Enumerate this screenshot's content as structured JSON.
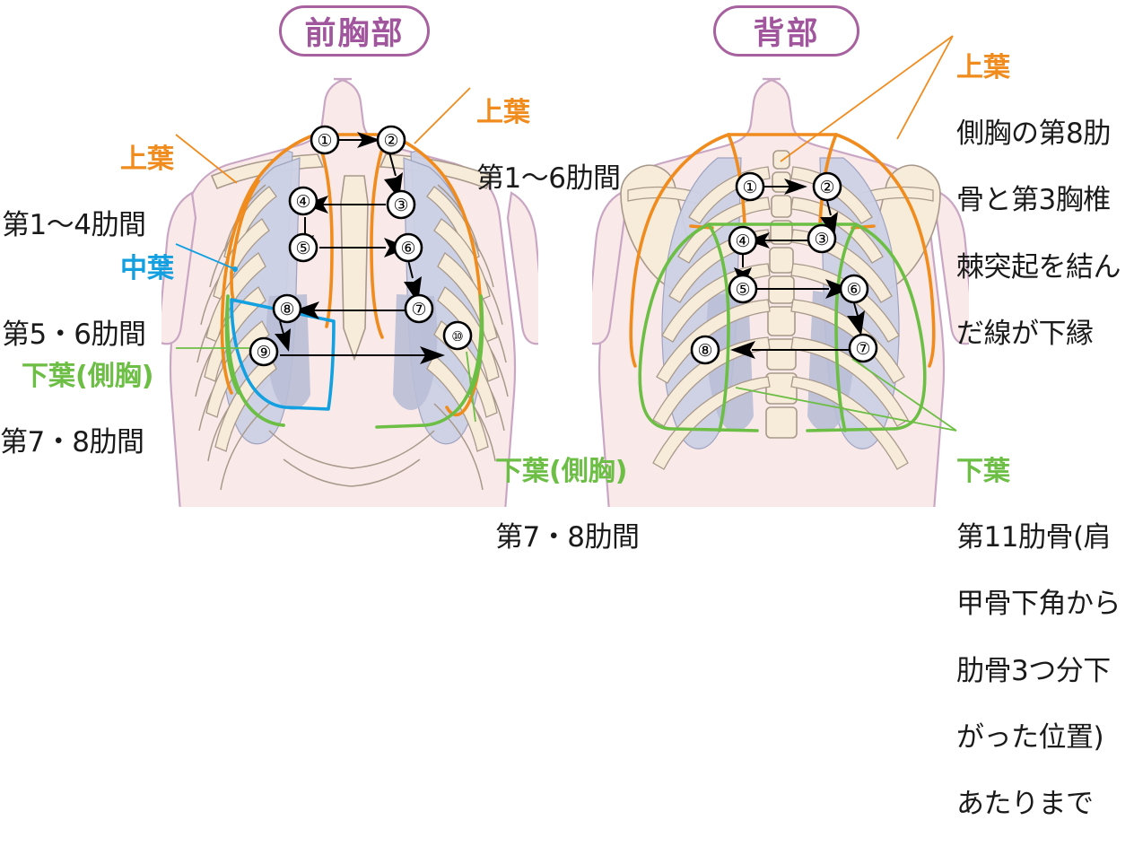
{
  "titles": {
    "anterior": "前胸部",
    "posterior": "背部"
  },
  "labels": {
    "anterior_left_upper": {
      "head": "上葉",
      "body": "第1〜4肋間",
      "color": "#f08b1d"
    },
    "anterior_left_middle": {
      "head": "中葉",
      "body": "第5・6肋間",
      "color": "#12a0e0"
    },
    "anterior_left_lower": {
      "head": "下葉(側胸)",
      "body": "第7・8肋間",
      "color": "#6cbe45"
    },
    "anterior_top_upper": {
      "head": "上葉",
      "body": "第1〜6肋間",
      "color": "#f08b1d"
    },
    "anterior_bottom_lower": {
      "head": "下葉(側胸)",
      "body": "第7・8肋間",
      "color": "#6cbe45"
    },
    "posterior_upper": {
      "head": "上葉",
      "lines": [
        "側胸の第8肋",
        "骨と第3胸椎",
        "棘突起を結ん",
        "だ線が下縁"
      ],
      "color": "#f08b1d"
    },
    "posterior_lower": {
      "head": "下葉",
      "lines": [
        "第11肋骨(肩",
        "甲骨下角から",
        "肋骨3つ分下",
        "がった位置)",
        "あたりまで"
      ],
      "color": "#6cbe45"
    }
  },
  "auscultation_points": {
    "anterior": [
      "1",
      "2",
      "3",
      "4",
      "5",
      "6",
      "7",
      "8",
      "9",
      "10"
    ],
    "posterior": [
      "1",
      "2",
      "3",
      "4",
      "5",
      "6",
      "7",
      "8"
    ]
  },
  "colors": {
    "upper_lobe": "#f08b1d",
    "middle_lobe": "#12a0e0",
    "lower_lobe": "#6cbe45",
    "title_purple": "#a0559c",
    "body_skin": "#fae9e9",
    "body_outline": "#c9a7c4",
    "bone": "#f5ead6",
    "bone_outline": "#a99a8a",
    "lung_fill": "#ccd0e4",
    "marker_stroke": "#000000"
  }
}
